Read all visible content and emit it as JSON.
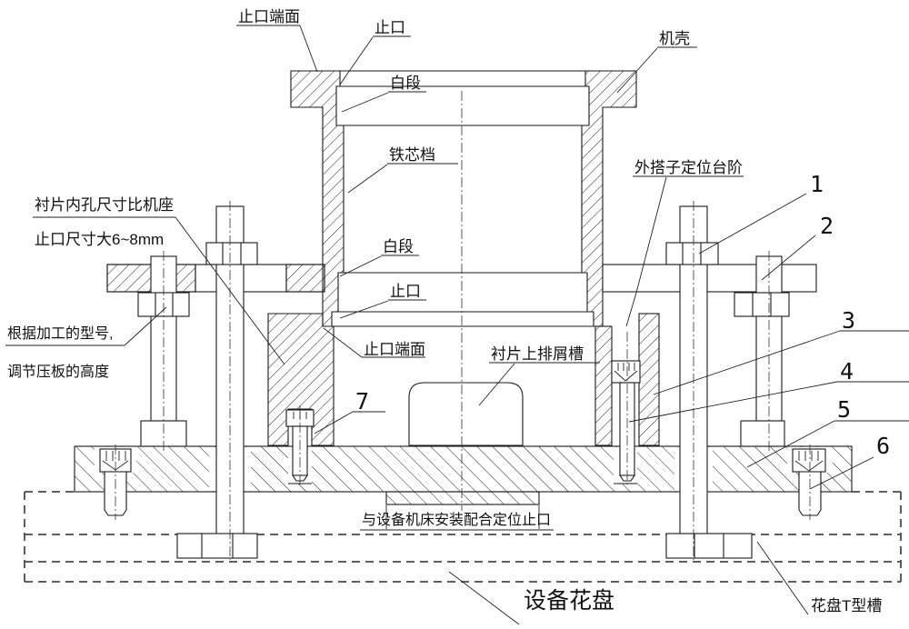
{
  "drawing": {
    "type": "mechanical-assembly-section-drawing",
    "line_color": "#1a1a1a",
    "background": "#ffffff"
  },
  "labels": {
    "stop_face_top": "止口端面",
    "stop_top": "止口",
    "white_band_upper": "白段",
    "housing": "机壳",
    "core_section": "铁芯档",
    "white_band_lower": "白段",
    "stop_lower": "止口",
    "stop_face_lower": "止口端面",
    "lug_step": "外搭子定位台阶",
    "chip_groove": "衬片上排屑槽",
    "liner_note_line1": "衬片内孔尺寸比机座",
    "liner_note_line2": "止口尺寸大6~8mm",
    "adjust_note_line1": "根据加工的型号,",
    "adjust_note_line2": "调节压板的高度",
    "mount_stop": "与设备机床安装配合定位止口",
    "faceplate": "设备花盘",
    "t_slot": "花盘T型槽"
  },
  "part_numbers": {
    "n1": "1",
    "n2": "2",
    "n3": "3",
    "n4": "4",
    "n5": "5",
    "n6": "6",
    "n7": "7"
  }
}
